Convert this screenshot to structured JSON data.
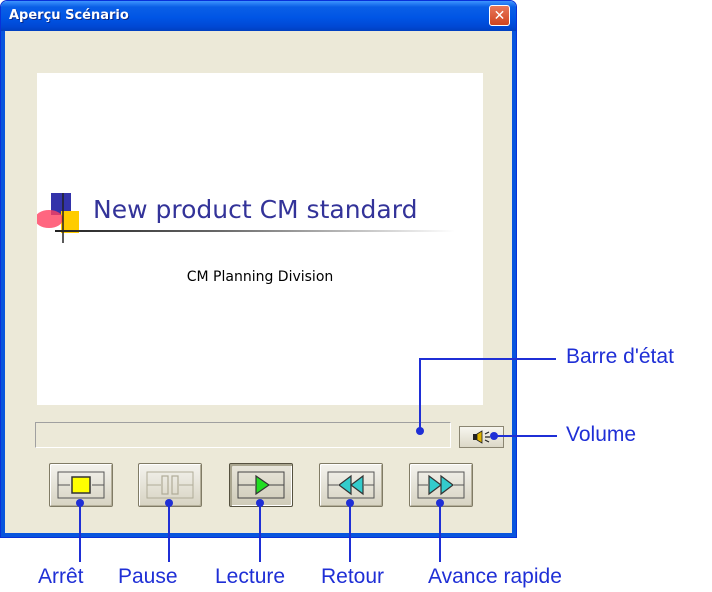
{
  "window": {
    "title": "Aperçu Scénario",
    "close_symbol": "✕"
  },
  "slide": {
    "title": "New product CM standard",
    "subtitle": "CM Planning Division"
  },
  "controls": {
    "stop": {
      "icon": "stop-icon"
    },
    "pause": {
      "icon": "pause-icon"
    },
    "play": {
      "icon": "play-icon"
    },
    "rewind": {
      "icon": "rewind-icon"
    },
    "fast_forward": {
      "icon": "fast-forward-icon"
    },
    "volume": {
      "icon": "speaker-icon"
    }
  },
  "callouts": {
    "status_bar": "Barre d'état",
    "volume": "Volume",
    "stop": "Arrêt",
    "pause": "Pause",
    "play": "Lecture",
    "rewind": "Retour",
    "fast_forward": "Avance rapide"
  },
  "colors": {
    "callout": "#1f2fd6",
    "titlebar": "#0055e5",
    "slide_title": "#333399"
  }
}
